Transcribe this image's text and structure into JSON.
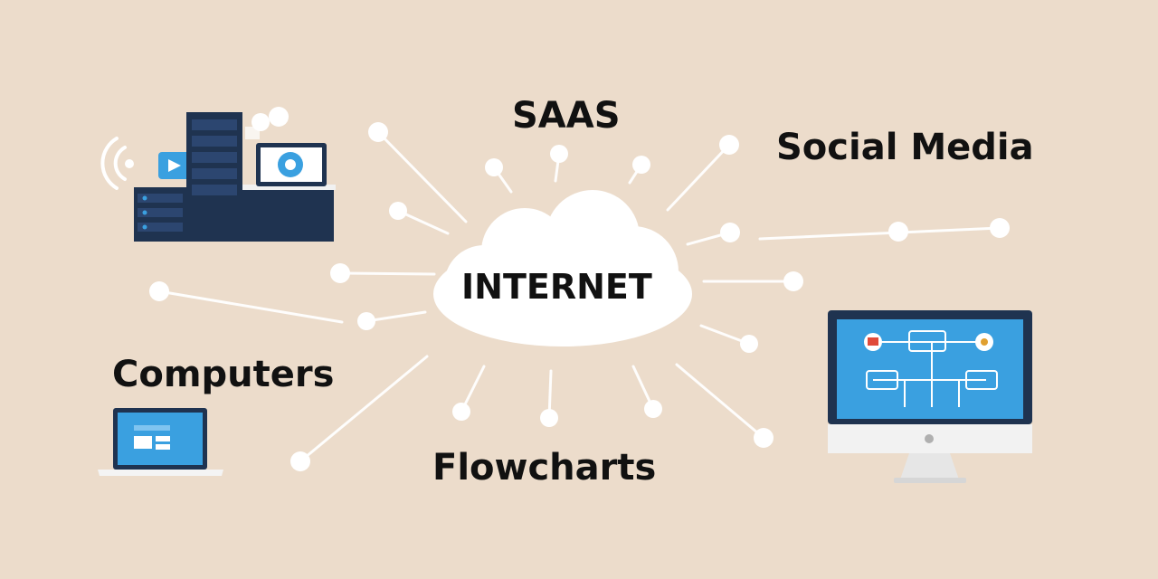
{
  "labels": {
    "center": "INTERNET",
    "saas": "SAAS",
    "social_media": "Social Media",
    "computers": "Computers",
    "flowcharts": "Flowcharts"
  },
  "colors": {
    "background": "#ecdccb",
    "cloud": "#ffffff",
    "connector": "#ffffff",
    "device_dark": "#1f3350",
    "screen_blue": "#3aa0e0",
    "text": "#111111"
  },
  "icons": [
    "server-rack-icon",
    "laptop-icon",
    "desktop-monitor-icon",
    "wifi-signal-icon",
    "cloud-icon"
  ]
}
